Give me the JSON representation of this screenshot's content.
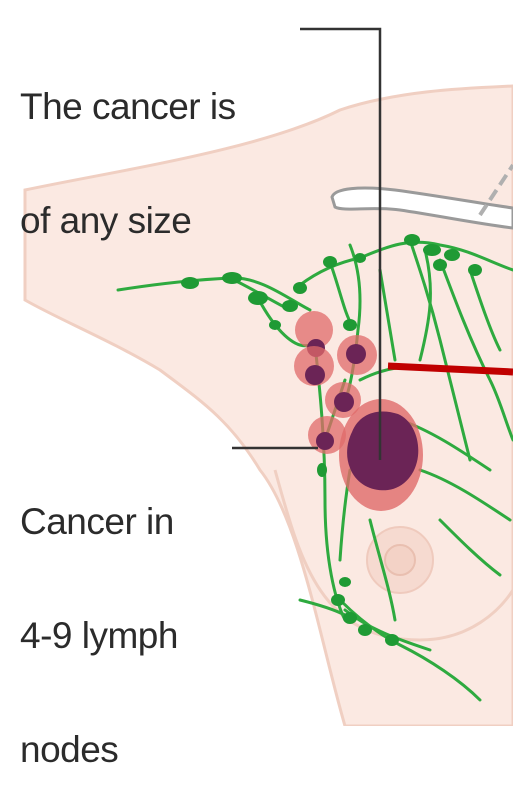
{
  "labels": {
    "tumour_size": {
      "line1": "The cancer is",
      "line2": "of any size"
    },
    "lymph_nodes": {
      "line1": "Cancer in",
      "line2": "4-9 lymph",
      "line3": "nodes"
    }
  },
  "colors": {
    "skin": "#fbe9e2",
    "skin_outline": "#f0cfc2",
    "lymph_vessel": "#2eaa3f",
    "lymph_node": "#1f9a34",
    "cancer_dark": "#6b2456",
    "cancer_halo": "#e06a6a",
    "leader_line": "#333333",
    "indicator_line": "#c00000"
  },
  "icons": {
    "collarbone": "collarbone-icon",
    "nipple": "nipple-icon"
  }
}
